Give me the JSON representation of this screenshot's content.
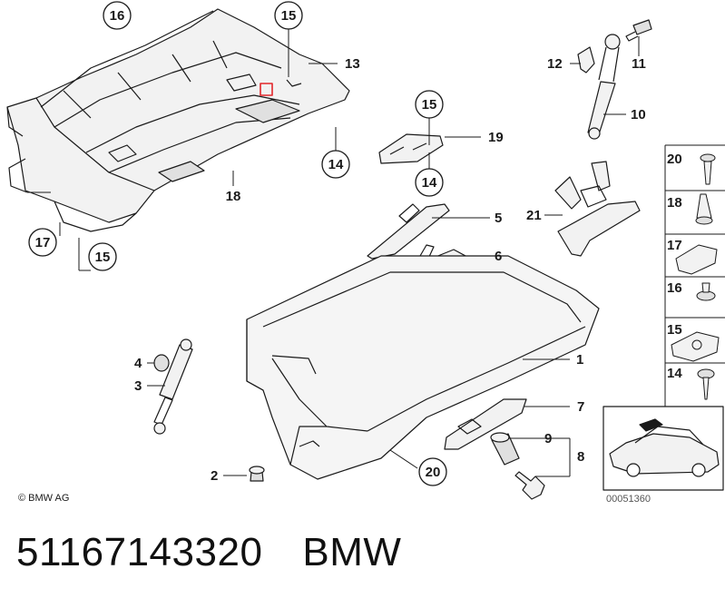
{
  "callouts": {
    "c1": "1",
    "c2": "2",
    "c3": "3",
    "c4": "4",
    "c5": "5",
    "c6": "6",
    "c7": "7",
    "c8": "8",
    "c9": "9",
    "c10": "10",
    "c11": "11",
    "c12": "12",
    "c13": "13",
    "c14a": "14",
    "c14b": "14",
    "c15a": "15",
    "c15b": "15",
    "c15c": "15",
    "c16": "16",
    "c17": "17",
    "c18": "18",
    "c19": "19",
    "c20": "20",
    "c21": "21"
  },
  "side_panel": [
    "20",
    "18",
    "17",
    "16",
    "15",
    "14"
  ],
  "copyright": "© BMW AG",
  "reference_code": "00051360",
  "part_number": "51167143320",
  "brand": "BMW",
  "colors": {
    "line": "#1a1a1a",
    "fill_light": "#f2f2f2",
    "fill_mid": "#e0e0e0",
    "highlight": "#e2262b"
  }
}
